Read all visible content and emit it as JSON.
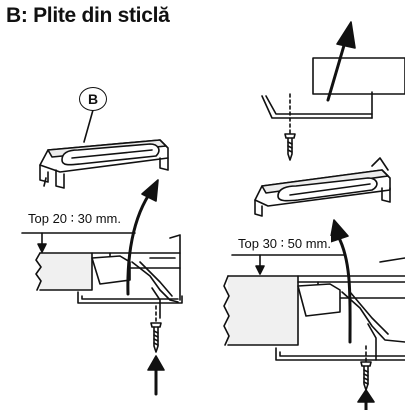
{
  "title": "B: Plite din sticlă",
  "callout_label": "B",
  "left_detail": {
    "dimension_label": "Top 20 ∶ 30 mm."
  },
  "right_detail": {
    "dimension_label": "Top 30 ∶ 50 mm."
  },
  "colors": {
    "line": "#111111",
    "fill": "#ffffff",
    "shade": "#e6e6e6"
  }
}
